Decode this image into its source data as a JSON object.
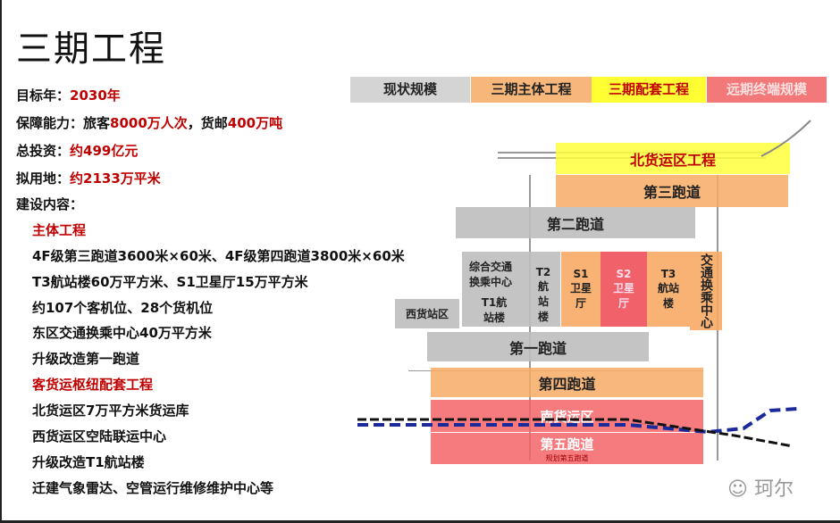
{
  "title": "三期工程",
  "info": [
    {
      "label": "目标年：",
      "value": "2030年"
    },
    {
      "label": "保障能力：旅客",
      "value": "8000万人次",
      "label2": "，货邮",
      "value2": "400万吨"
    },
    {
      "label": "总投资：",
      "value": "约499亿元"
    },
    {
      "label": "拟用地：",
      "value": "约2133万平米"
    },
    {
      "label": "建设内容："
    }
  ],
  "content": {
    "main_heading": "主体工程",
    "main_items": [
      "4F级第三跑道3600米×60米、4F级第四跑道3800米×60米",
      "T3航站楼60万平方米、S1卫星厅15万平方米",
      "约107个客机位、28个货机位",
      "东区交通换乘中心40万平方米",
      "升级改造第一跑道"
    ],
    "support_heading": "客货运枢纽配套工程",
    "support_items": [
      "北货运区7万平方米货运库",
      "西货运区空陆联运中心",
      "升级改造T1航站楼",
      "迁建气象雷达、空管运行维修维护中心等"
    ]
  },
  "legend": [
    {
      "label": "现状规模",
      "color": "#d4d4d4",
      "text": "#222"
    },
    {
      "label": "三期主体工程",
      "color": "#f7b77a",
      "text": "#222"
    },
    {
      "label": "三期配套工程",
      "color": "#ffff33",
      "text": "#c00000"
    },
    {
      "label": "远期终端规模",
      "color": "#f2787a",
      "text": "#fbe0e0"
    }
  ],
  "map": {
    "north_cargo": "北货运区工程",
    "runway3": "第三跑道",
    "runway2": "第二跑道",
    "gtc_west": "综合交通换乘中心",
    "t2": "T2航站楼",
    "t1": "T1航站楼",
    "west_cargo": "西货站区",
    "s1": "S1卫星厅",
    "s2": "S2卫星厅",
    "t3": "T3航站楼",
    "gtc_east": "交通换乘中心",
    "runway1": "第一跑道",
    "runway4": "第四跑道",
    "south_cargo": "南货运区",
    "runway5": "第五跑道",
    "runway5_note": "规划第五跑道"
  },
  "watermark": "珂尔"
}
